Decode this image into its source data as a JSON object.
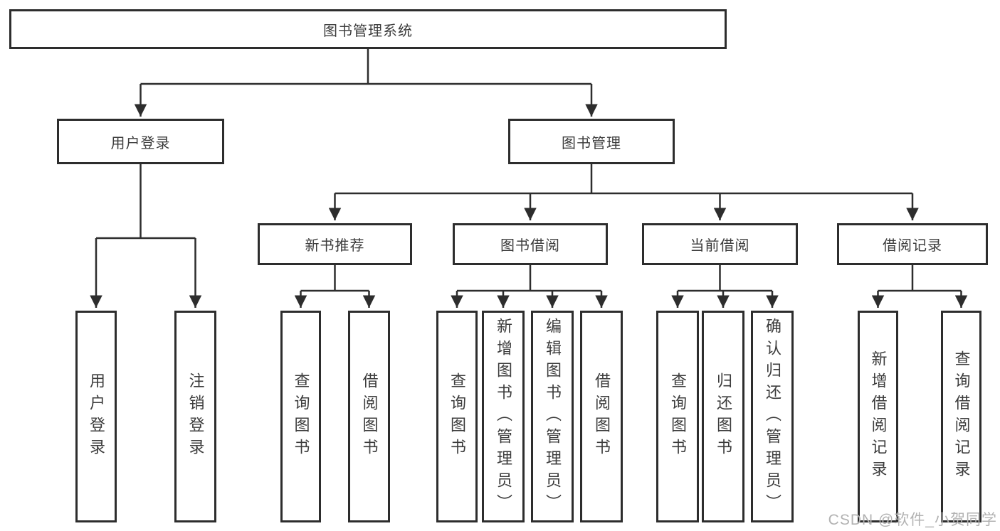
{
  "diagram": {
    "tree": {
      "label": "图书管理系统",
      "children": [
        {
          "label": "用户登录",
          "children": [
            {
              "label": "用户登录"
            },
            {
              "label": "注销登录"
            }
          ]
        },
        {
          "label": "图书管理",
          "children": [
            {
              "label": "新书推荐",
              "children": [
                {
                  "label": "查询图书"
                },
                {
                  "label": "借阅图书"
                }
              ]
            },
            {
              "label": "图书借阅",
              "children": [
                {
                  "label": "查询图书"
                },
                {
                  "label": "新增图书（管理员）"
                },
                {
                  "label": "编辑图书（管理员）"
                },
                {
                  "label": "借阅图书"
                }
              ]
            },
            {
              "label": "当前借阅",
              "children": [
                {
                  "label": "查询图书"
                },
                {
                  "label": "归还图书"
                },
                {
                  "label": "确认归还（管理员）"
                }
              ]
            },
            {
              "label": "借阅记录",
              "children": [
                {
                  "label": "新增借阅记录"
                },
                {
                  "label": "查询借阅记录"
                }
              ]
            }
          ]
        }
      ]
    },
    "watermark": "CSDN @软件_小贺同学",
    "colors": {
      "line": "#2d2d2d",
      "text": "#3c3c3c",
      "watermark": "#b2b2b2",
      "background": "#ffffff"
    }
  }
}
